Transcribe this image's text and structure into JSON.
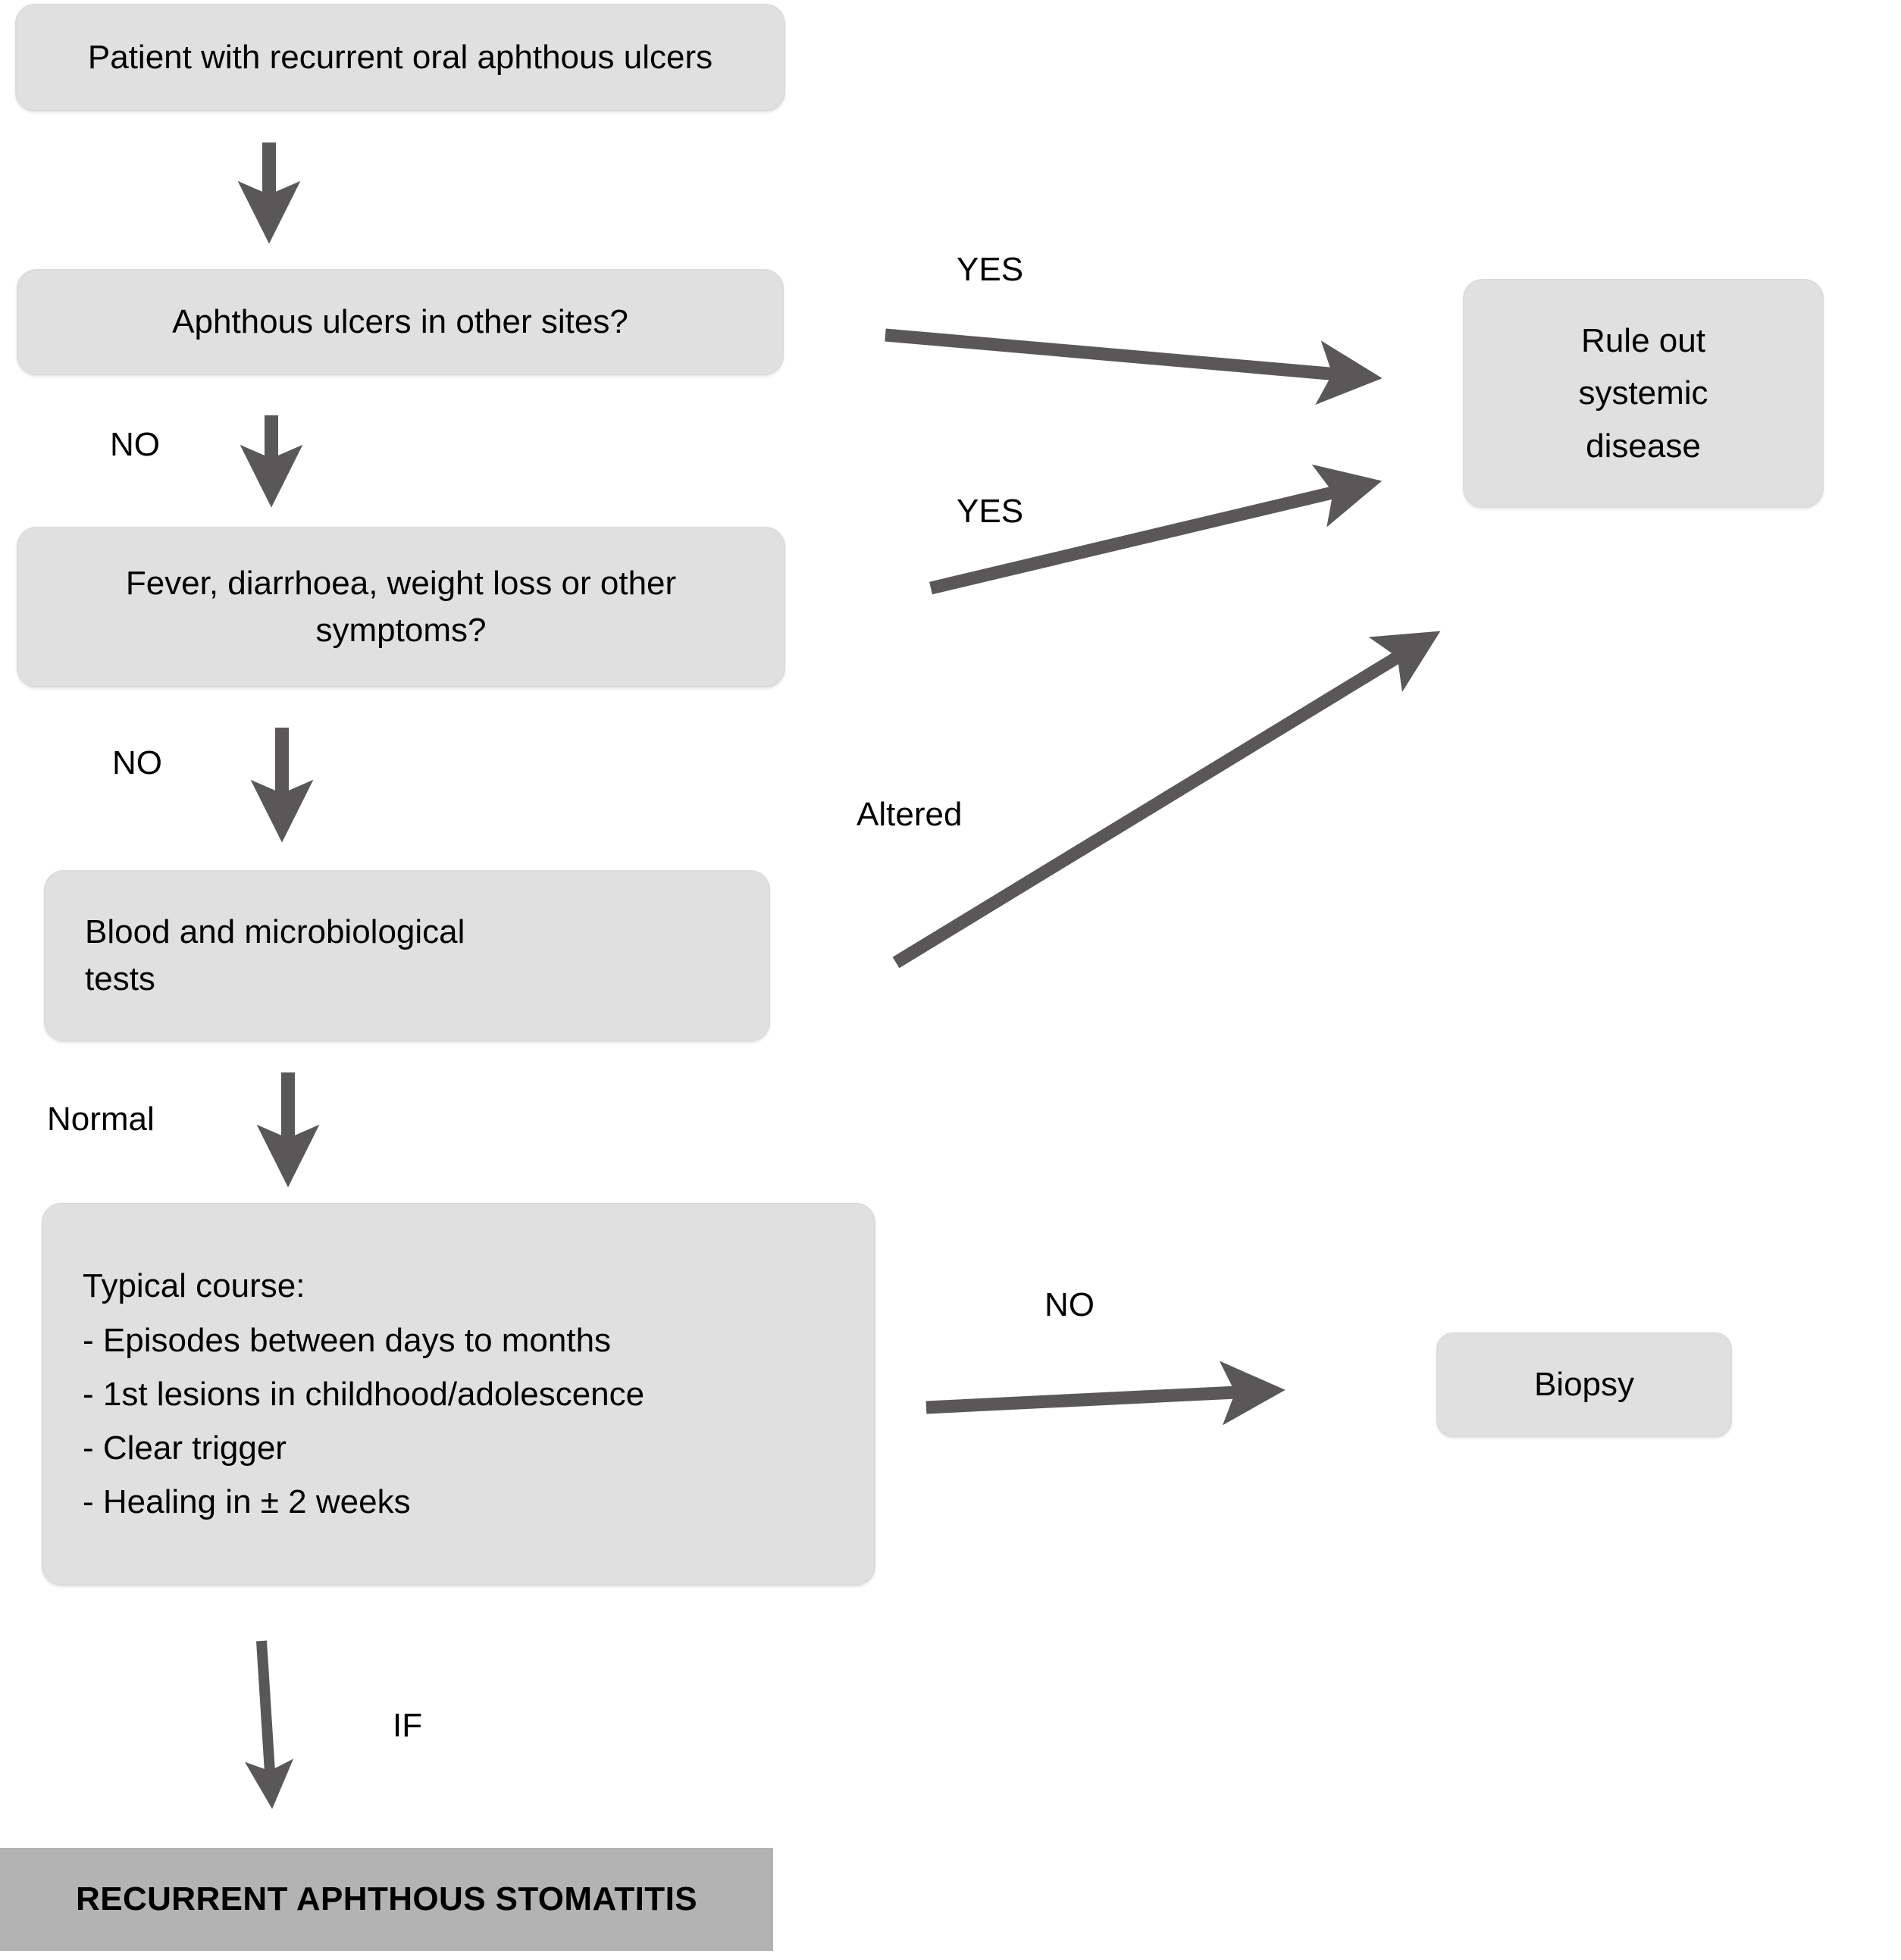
{
  "diagram": {
    "type": "flowchart",
    "title": "Diagnostic algorithm for recurrent oral aphthous ulcers",
    "colors": {
      "node_fill": "#e0e0e0",
      "node_border": "#dcdcdc",
      "terminal_fill": "#b3b3b3",
      "arrow": "#595757",
      "text": "#000000",
      "background": "#ffffff"
    },
    "nodes": [
      {
        "id": "start",
        "label": "Patient with recurrent oral aphthous ulcers",
        "shape": "rounded-rect",
        "align": "center"
      },
      {
        "id": "other-sites",
        "label": "Aphthous ulcers in other sites?",
        "shape": "rounded-rect",
        "align": "center"
      },
      {
        "id": "systemic-symptoms",
        "label": "Fever, diarrhoea, weight loss or other symptoms?",
        "shape": "rounded-rect",
        "align": "center"
      },
      {
        "id": "blood-tests",
        "label": "Blood and microbiological\ntests",
        "shape": "rounded-rect",
        "align": "left"
      },
      {
        "id": "typical-course",
        "label": "Typical course:\n- Episodes between days to months\n- 1st lesions in childhood/adolescence\n- Clear trigger\n- Healing in ± 2 weeks",
        "shape": "rounded-rect",
        "align": "left"
      },
      {
        "id": "rule-out",
        "label": "Rule out\nsystemic\ndisease",
        "shape": "rounded-rect",
        "align": "center"
      },
      {
        "id": "biopsy",
        "label": "Biopsy",
        "shape": "rounded-rect",
        "align": "center"
      },
      {
        "id": "diagnosis",
        "label": "RECURRENT APHTHOUS STOMATITIS",
        "shape": "rect",
        "align": "center"
      }
    ],
    "edges": [
      {
        "id": "e1",
        "from": "start",
        "to": "other-sites",
        "label": "",
        "direction": "down"
      },
      {
        "id": "e2",
        "from": "other-sites",
        "to": "rule-out",
        "label": "YES",
        "direction": "right"
      },
      {
        "id": "e3",
        "from": "other-sites",
        "to": "systemic-symptoms",
        "label": "NO",
        "direction": "down"
      },
      {
        "id": "e4",
        "from": "systemic-symptoms",
        "to": "rule-out",
        "label": "YES",
        "direction": "right-up"
      },
      {
        "id": "e5",
        "from": "systemic-symptoms",
        "to": "blood-tests",
        "label": "NO",
        "direction": "down"
      },
      {
        "id": "e6",
        "from": "blood-tests",
        "to": "rule-out",
        "label": "Altered",
        "direction": "right-up"
      },
      {
        "id": "e7",
        "from": "blood-tests",
        "to": "typical-course",
        "label": "Normal",
        "direction": "down"
      },
      {
        "id": "e8",
        "from": "typical-course",
        "to": "biopsy",
        "label": "NO",
        "direction": "right"
      },
      {
        "id": "e9",
        "from": "typical-course",
        "to": "diagnosis",
        "label": "IF",
        "direction": "down"
      }
    ]
  }
}
